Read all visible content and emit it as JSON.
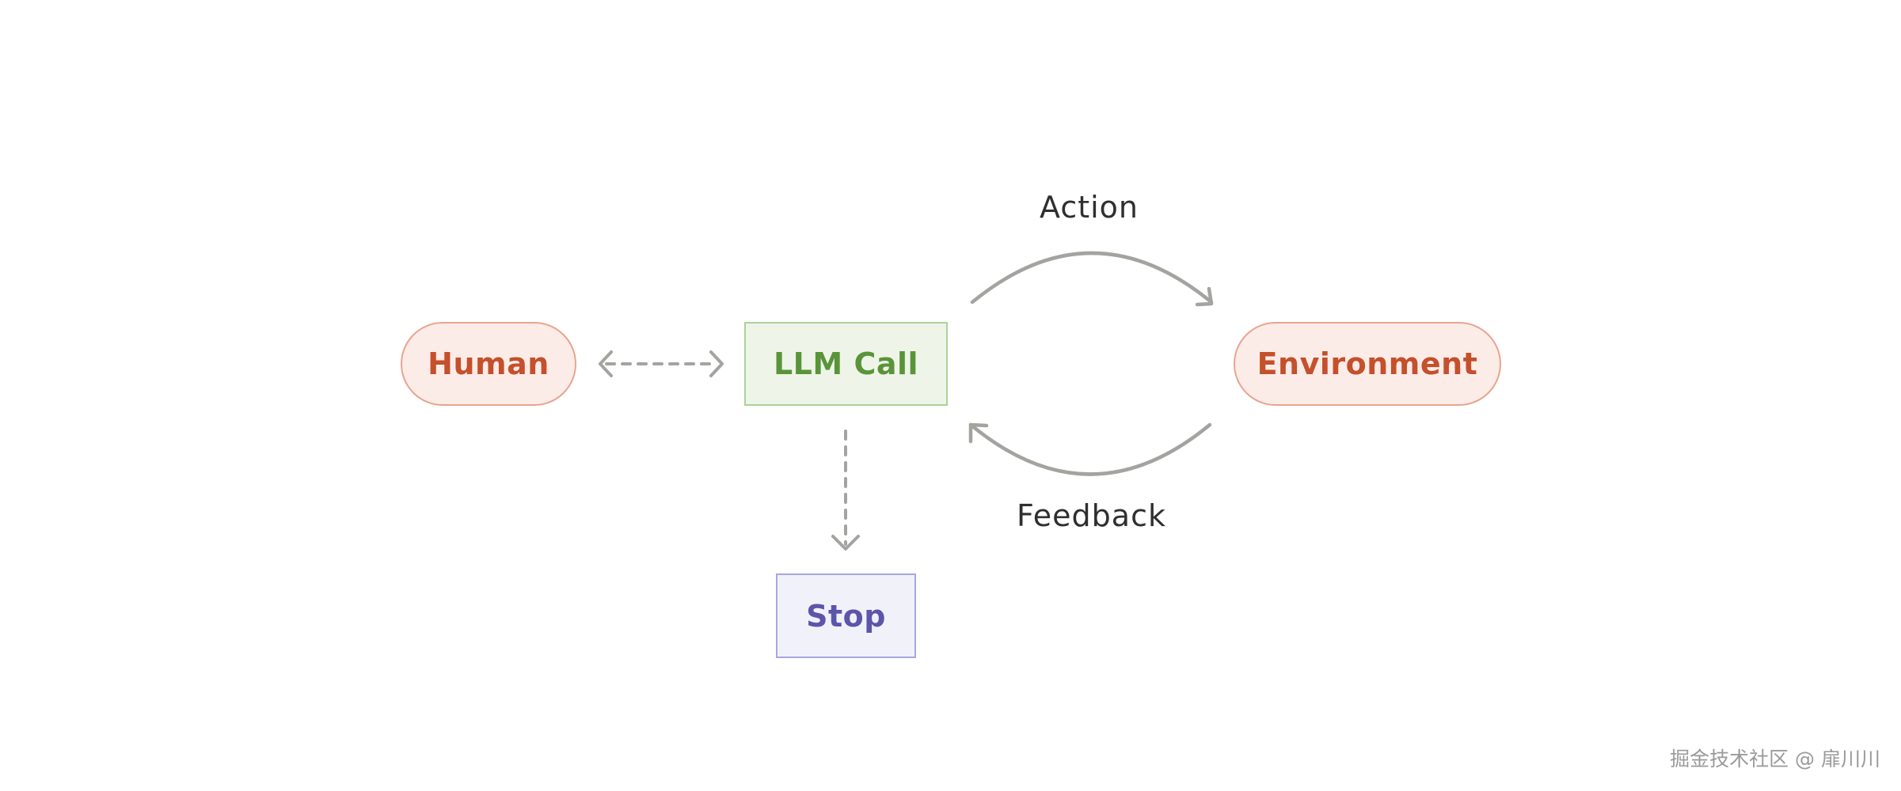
{
  "diagram": {
    "nodes": {
      "human": "Human",
      "llm_call": "LLM Call",
      "environment": "Environment",
      "stop": "Stop"
    },
    "edges": {
      "action": "Action",
      "feedback": "Feedback"
    }
  },
  "watermark": "掘金技术社区 @ 扉川川",
  "colors": {
    "pill_fill": "#fcece8",
    "pill_border": "#e7a58f",
    "pill_text": "#c4502c",
    "llm_fill": "#eef5e8",
    "llm_border": "#a8d399",
    "llm_text": "#5a943a",
    "stop_fill": "#f1f1fa",
    "stop_border": "#a9a7df",
    "stop_text": "#5b56a8",
    "arrow": "#a3a3a0"
  }
}
